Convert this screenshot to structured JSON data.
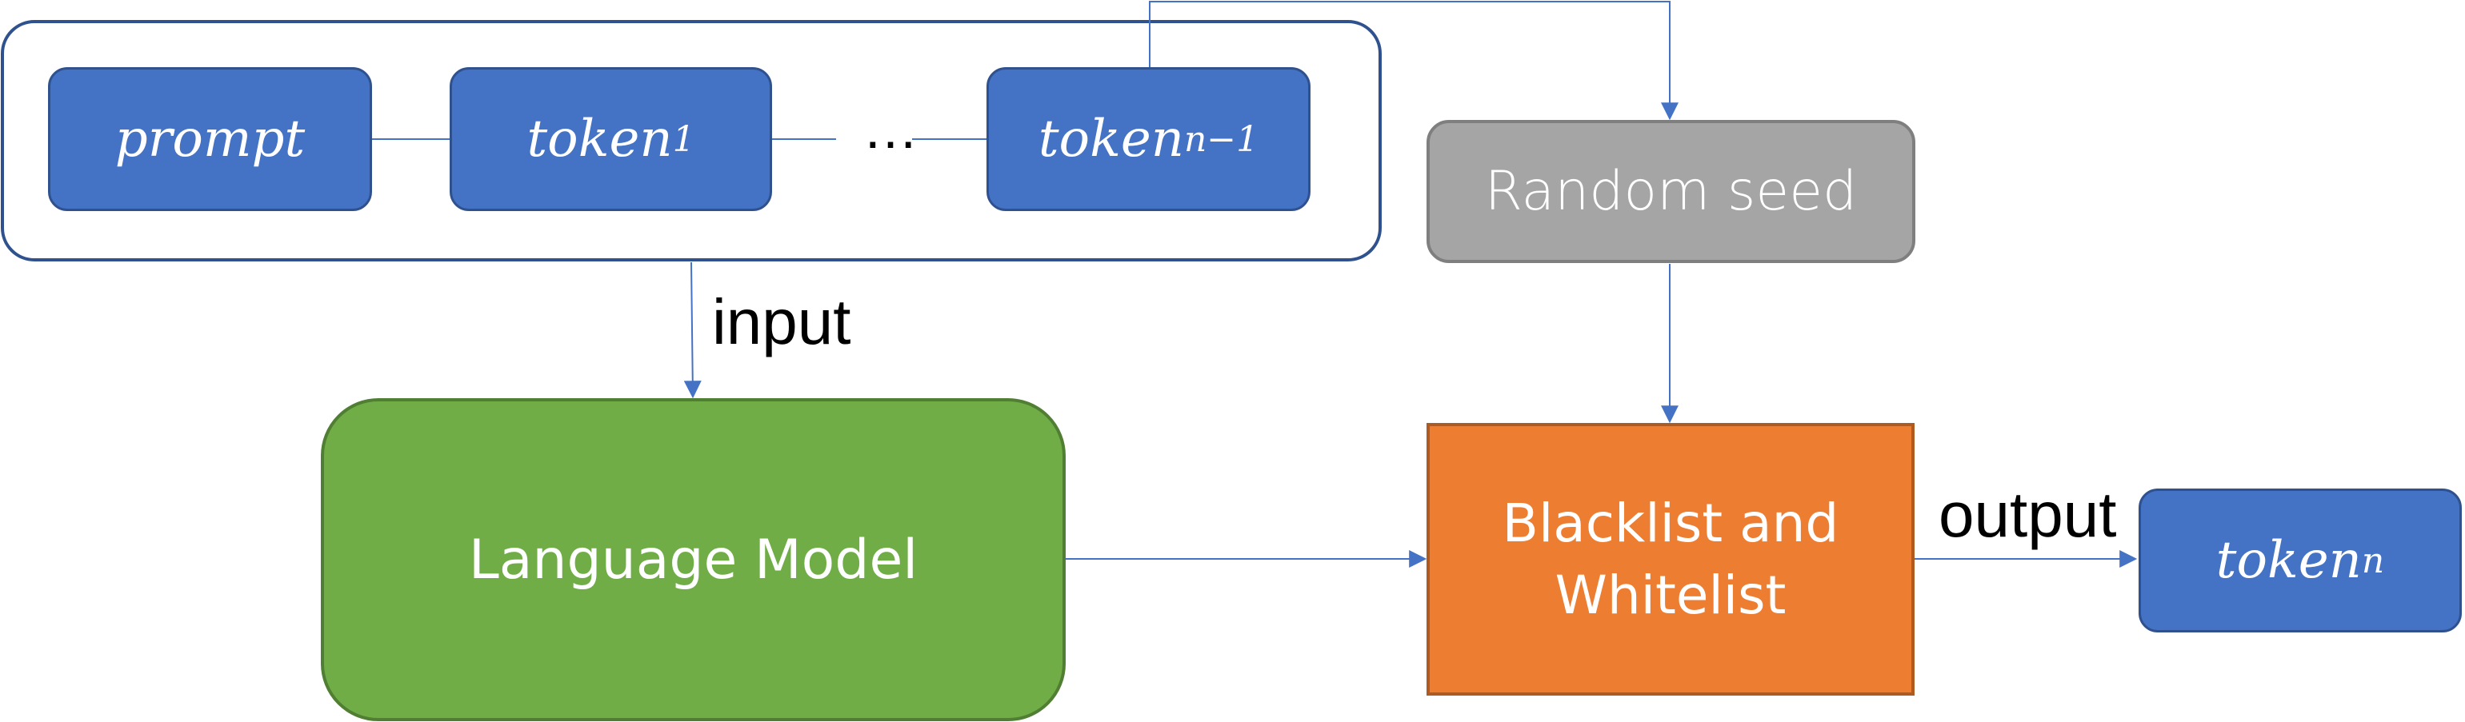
{
  "context_group": {
    "tokens": [
      {
        "base": "prompt",
        "sub": ""
      },
      {
        "base": "token",
        "sub": "1"
      },
      {
        "base": "token",
        "sub": "n−1"
      }
    ],
    "ellipsis": "…"
  },
  "random_seed": {
    "label": "Random seed"
  },
  "language_model": {
    "label": "Language Model"
  },
  "filter": {
    "line1": "Blacklist and",
    "line2": "Whitelist"
  },
  "output_token": {
    "base": "token",
    "sub": "n"
  },
  "edge_labels": {
    "input": "input",
    "output": "output"
  },
  "colors": {
    "token_fill": "#4472c4",
    "token_border": "#2f528f",
    "seed_fill": "#a5a5a5",
    "model_fill": "#70ad47",
    "filter_fill": "#ed7d31",
    "arrow": "#4472c4"
  }
}
